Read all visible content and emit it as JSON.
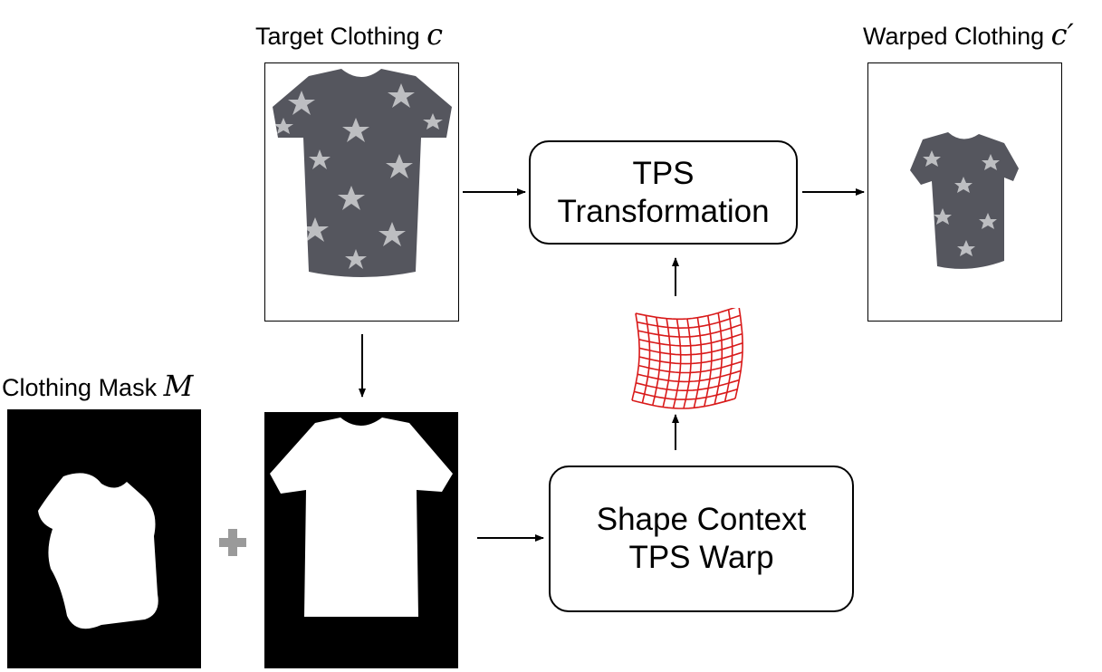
{
  "labels": {
    "target_clothing": "Target Clothing",
    "target_symbol": "c",
    "warped_clothing": "Warped Clothing",
    "warped_symbol": "c′",
    "clothing_mask": "Clothing Mask",
    "mask_symbol": "M"
  },
  "nodes": {
    "tps_transformation": {
      "line1": "TPS",
      "line2": "Transformation"
    },
    "shape_context": {
      "line1": "Shape Context",
      "line2": "TPS Warp"
    }
  },
  "colors": {
    "shirt": "#55565e",
    "star": "#c9cacd",
    "mask_bg": "#000000",
    "mask_fg": "#ffffff",
    "grid": "#d91a1a",
    "plus": "#9a9a9a"
  },
  "icons": {
    "plus": "plus-icon",
    "grid": "tps-grid-icon"
  }
}
